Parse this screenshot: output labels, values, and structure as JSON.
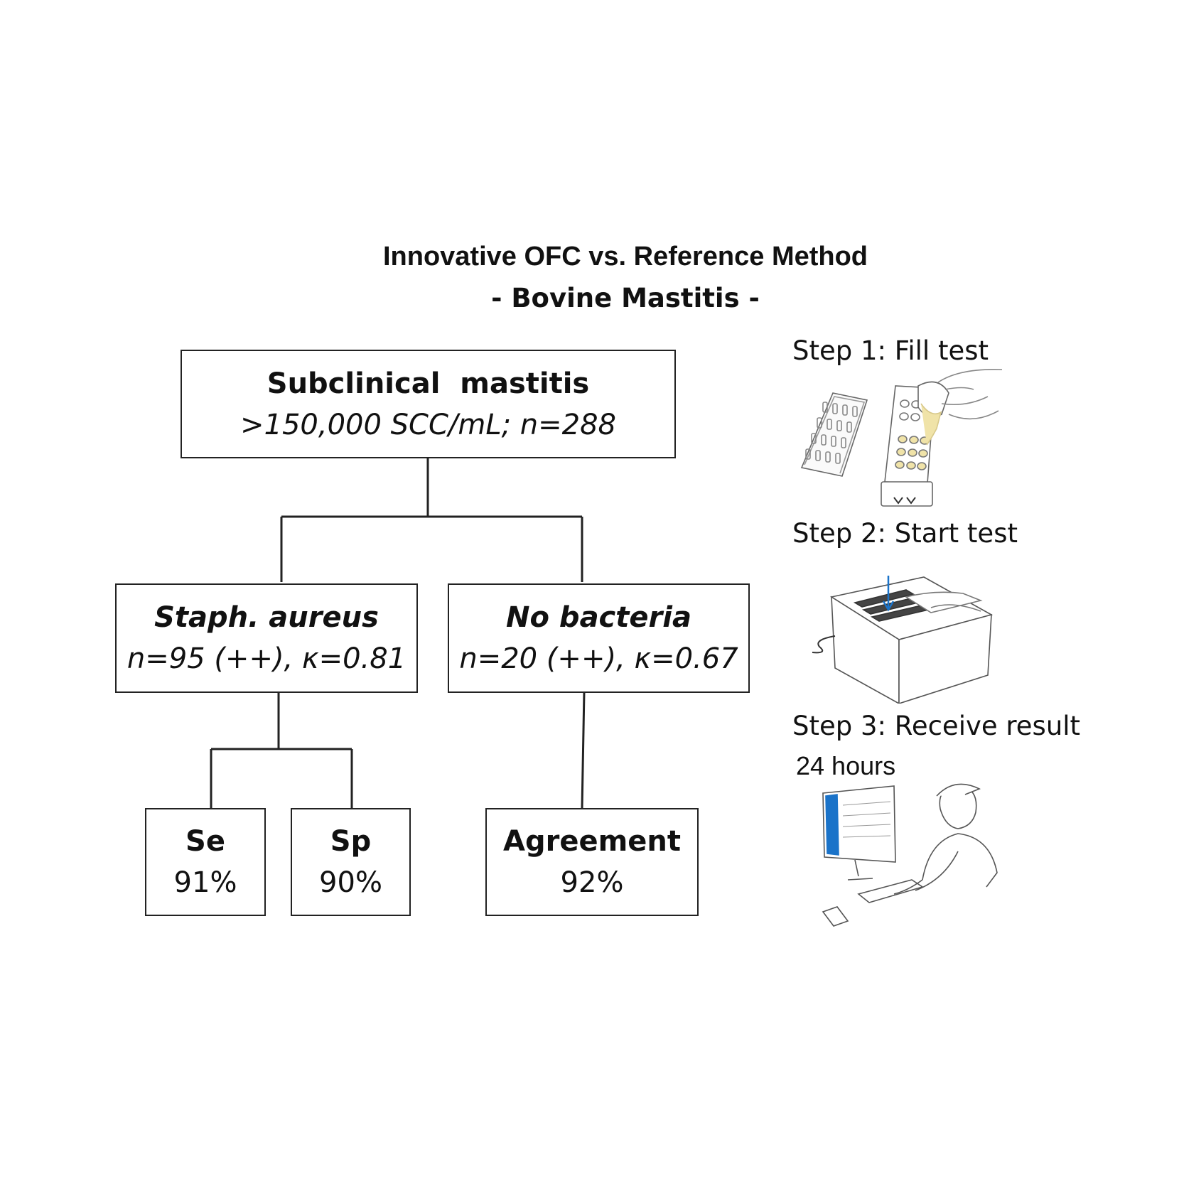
{
  "title": "Innovative OFC vs. Reference Method",
  "subtitle": "- Bovine Mastitis -",
  "tree": {
    "root": {
      "title": "Subclinical  mastitis",
      "detail": ">150,000 SCC/mL; n=288"
    },
    "staph": {
      "title": "Staph. aureus",
      "detail": "n=95 (++), κ=0.81"
    },
    "nobact": {
      "title": "No bacteria",
      "detail": "n=20 (++), κ=0.67"
    },
    "se": {
      "title": "Se",
      "value": "91%"
    },
    "sp": {
      "title": "Sp",
      "value": "90%"
    },
    "agreement": {
      "title": "Agreement",
      "value": "92%"
    }
  },
  "steps": {
    "step1": "Step 1: Fill test",
    "step2": "Step 2: Start test",
    "step3": "Step 3: Receive result",
    "step3_time": "24 hours"
  },
  "colors": {
    "line": "#222222",
    "accent_blue": "#1a73c9",
    "milk": "#f0e3a8"
  }
}
